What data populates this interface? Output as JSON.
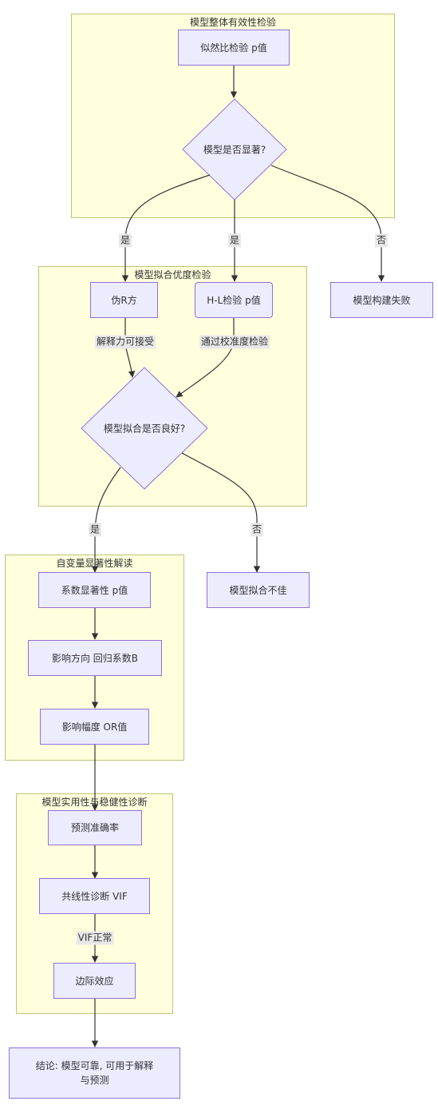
{
  "clusters": {
    "overall": "模型整体有效性检验",
    "fit": "模型拟合优度检验",
    "sig": "自变量显著性解读",
    "practical": "模型实用性与稳健性诊断"
  },
  "nodes": {
    "lr_test": "似然比检验 p值",
    "model_sig": "模型是否显著?",
    "pseudo_r": "伪R方",
    "hl_test": "H-L检验 p值",
    "model_fail": "模型构建失败",
    "fit_good": "模型拟合是否良好?",
    "poor_fit": "模型拟合不佳",
    "coef_p": "系数显著性 p值",
    "direction": "影响方向 回归系数B",
    "magnitude": "影响幅度 OR值",
    "accuracy": "预测准确率",
    "vif": "共线性诊断 VIF",
    "marginal": "边际效应",
    "conclusion_line1": "结论: 模型可靠, 可用于解释",
    "conclusion_line2": "与预测"
  },
  "edge_labels": {
    "yes_left": "是",
    "yes_mid": "是",
    "no_right": "否",
    "explain_ok": "解释力可接受",
    "calib_pass": "通过校准度检验",
    "yes_fit": "是",
    "no_fit": "否",
    "vif_normal": "VIF正常"
  },
  "colors": {
    "node_fill": "#ececff",
    "node_border": "#9370db",
    "cluster_fill": "#ffffdd",
    "cluster_border": "#bfc27a",
    "edge": "#333333"
  }
}
